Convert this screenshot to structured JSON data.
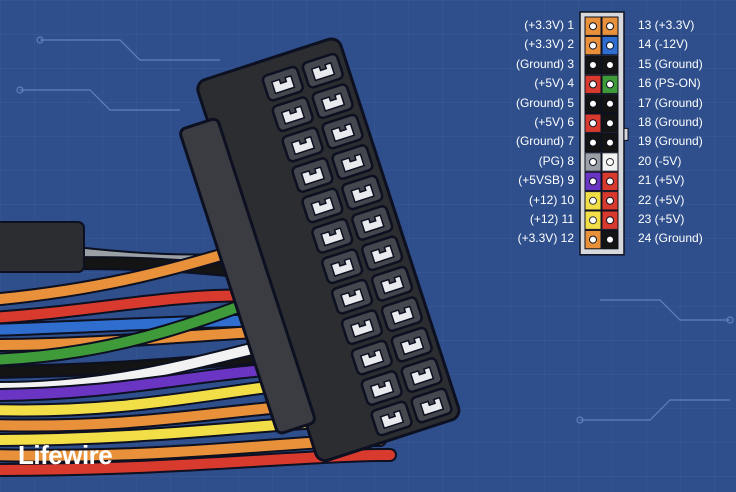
{
  "brand": "Lifewire",
  "colors": {
    "background": "#2e4f8c",
    "orange": "#e8913a",
    "blue": "#2f6ecf",
    "black": "#141414",
    "red": "#d93a2e",
    "green": "#3f9a3a",
    "gray": "#9aa0a6",
    "white": "#f2f2f2",
    "purple": "#6b35c4",
    "yellow": "#f2df48",
    "connector": "#2b2d31"
  },
  "pinout": {
    "left": [
      {
        "label": "(+3.3V)",
        "pin": "1",
        "color": "orange"
      },
      {
        "label": "(+3.3V)",
        "pin": "2",
        "color": "orange"
      },
      {
        "label": "(Ground)",
        "pin": "3",
        "color": "black"
      },
      {
        "label": "(+5V)",
        "pin": "4",
        "color": "red"
      },
      {
        "label": "(Ground)",
        "pin": "5",
        "color": "black"
      },
      {
        "label": "(+5V)",
        "pin": "6",
        "color": "red"
      },
      {
        "label": "(Ground)",
        "pin": "7",
        "color": "black"
      },
      {
        "label": "(PG)",
        "pin": "8",
        "color": "gray"
      },
      {
        "label": "(+5VSB)",
        "pin": "9",
        "color": "purple"
      },
      {
        "label": "(+12)",
        "pin": "10",
        "color": "yellow"
      },
      {
        "label": "(+12)",
        "pin": "11",
        "color": "yellow"
      },
      {
        "label": "(+3.3V)",
        "pin": "12",
        "color": "orange"
      }
    ],
    "right": [
      {
        "pin": "13",
        "label": "(+3.3V)",
        "color": "orange"
      },
      {
        "pin": "14",
        "label": "(-12V)",
        "color": "blue"
      },
      {
        "pin": "15",
        "label": "(Ground)",
        "color": "black"
      },
      {
        "pin": "16",
        "label": "(PS-ON)",
        "color": "green"
      },
      {
        "pin": "17",
        "label": "(Ground)",
        "color": "black"
      },
      {
        "pin": "18",
        "label": "(Ground)",
        "color": "black"
      },
      {
        "pin": "19",
        "label": "(Ground)",
        "color": "black"
      },
      {
        "pin": "20",
        "label": "(-5V)",
        "color": "white"
      },
      {
        "pin": "21",
        "label": "(+5V)",
        "color": "red"
      },
      {
        "pin": "22",
        "label": "(+5V)",
        "color": "red"
      },
      {
        "pin": "23",
        "label": "(+5V)",
        "color": "red"
      },
      {
        "pin": "24",
        "label": "(Ground)",
        "color": "black"
      }
    ]
  }
}
